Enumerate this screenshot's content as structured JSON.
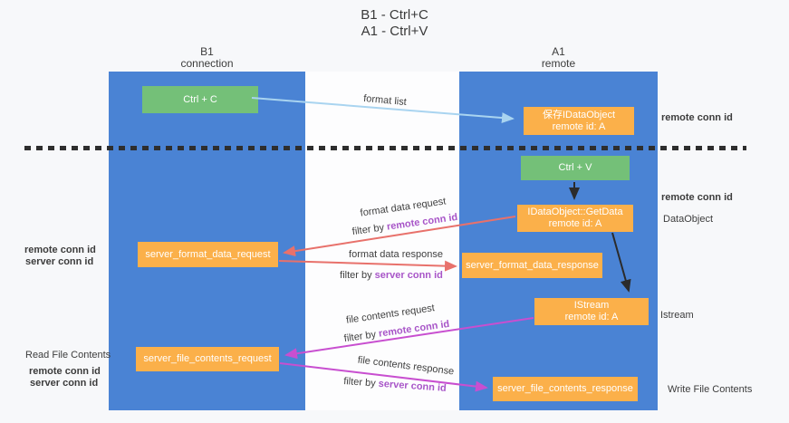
{
  "title": {
    "line1": "B1 - Ctrl+C",
    "line2": "A1 - Ctrl+V"
  },
  "columns": {
    "left": {
      "name": "B1",
      "subtitle": "connection"
    },
    "right": {
      "name": "A1",
      "subtitle": "remote"
    }
  },
  "boxes": {
    "ctrl_c": "Ctrl + C",
    "ctrl_v": "Ctrl + V",
    "save_idataobject": {
      "line1": "保存IDataObject",
      "line2": "remote id: A"
    },
    "getdata": {
      "line1": "IDataObject::GetData",
      "line2": "remote id: A"
    },
    "istream": {
      "line1": "IStream",
      "line2": "remote id: A"
    },
    "server_format_data_request": "server_format_data_request",
    "server_format_data_response": "server_format_data_response",
    "server_file_contents_request": "server_file_contents_request",
    "server_file_contents_response": "server_file_contents_response"
  },
  "flow_labels": {
    "format_list": "format list",
    "format_data_request": "format data request",
    "format_data_response": "format data response",
    "file_contents_request": "file contents request",
    "file_contents_response": "file contents response",
    "filter_by": "filter by ",
    "remote_conn_id": "remote conn id",
    "server_conn_id": "server conn id"
  },
  "side_labels": {
    "remote_conn_id": "remote conn id",
    "server_conn_id": "server conn id",
    "dataobject": "DataObject",
    "istream": "Istream",
    "read_file_contents": "Read File Contents",
    "write_file_contents": "Write File Contents"
  },
  "colors": {
    "column_blue": "#4a83d4",
    "box_orange": "#fbb04a",
    "box_green": "#74c078",
    "arrow_salmon": "#e8716b",
    "arrow_magenta": "#c84fd0",
    "arrow_lightblue": "#a9d4f0",
    "arrow_black": "#2b2b2b",
    "label_purple": "#a855c8",
    "label_green": "#5cbe6e"
  }
}
